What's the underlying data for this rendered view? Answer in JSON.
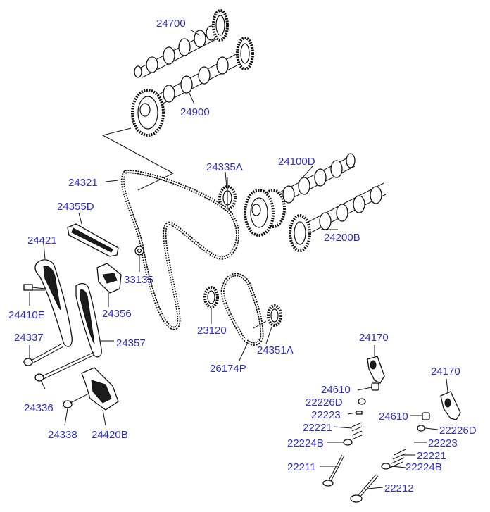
{
  "labels": {
    "p24700": "24700",
    "p24900": "24900",
    "p24335a": "24335A",
    "p24100d": "24100D",
    "p24321": "24321",
    "p24355d": "24355D",
    "p24421": "24421",
    "p33135": "33135",
    "p24200b": "24200B",
    "p24410e": "24410E",
    "p24356": "24356",
    "p23120": "23120",
    "p24337": "24337",
    "p24357": "24357",
    "p24351a": "24351A",
    "p26174p": "26174P",
    "p24170a": "24170",
    "p24170b": "24170",
    "p24610a": "24610",
    "p22226da": "22226D",
    "p22223a": "22223",
    "p22221a": "22221",
    "p22224ba": "22224B",
    "p22211": "22211",
    "p24610b": "24610",
    "p22226db": "22226D",
    "p22223b": "22223",
    "p22221b": "22221",
    "p22224bb": "22224B",
    "p22212": "22212",
    "p24336": "24336",
    "p24338": "24338",
    "p24420b": "24420B"
  },
  "colors": {
    "label": "#2f2fc4",
    "line": "#111111"
  }
}
